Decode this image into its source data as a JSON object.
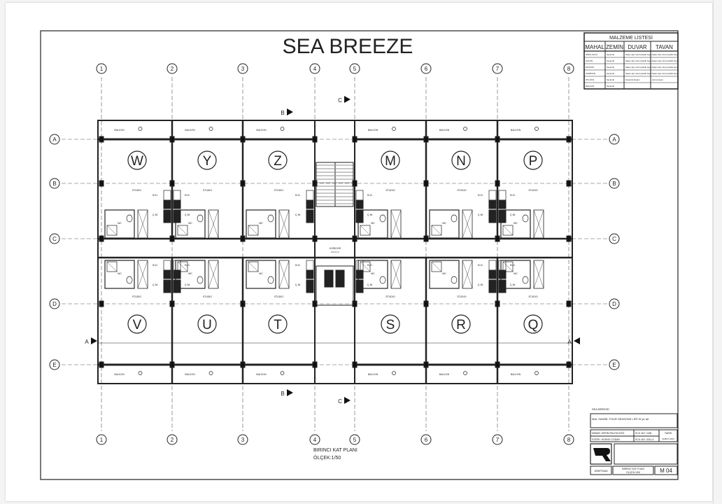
{
  "drawing": {
    "title": "SEA BREEZE",
    "plan_title": "BIRINCI KAT PLANI",
    "scale": "ÖLÇEK:1/50",
    "column_axes": [
      "1",
      "2",
      "3",
      "4",
      "5",
      "6",
      "7",
      "8"
    ],
    "row_axes": [
      "A",
      "B",
      "C",
      "D",
      "E"
    ],
    "section_marks": [
      "A",
      "B",
      "C"
    ],
    "units_top": [
      "W",
      "Y",
      "Z",
      "M",
      "N",
      "P"
    ],
    "units_bottom": [
      "V",
      "U",
      "T",
      "S",
      "R",
      "Q"
    ],
    "room_labels": {
      "studio": "STUDIO",
      "balcony": "BALKON",
      "wc": "WC",
      "bd": "B.D.",
      "cm": "Ç.M.",
      "corridor": "KORIDOR",
      "corridor_area": "A=0.0 m²"
    }
  },
  "materials_table": {
    "title": "MALZEME LİSTESİ",
    "headers": [
      "MAHAL",
      "ZEMİN",
      "DUVAR",
      "TAVAN"
    ],
    "rows": [
      [
        "GİRİŞ HOLÜ",
        "Seramik",
        "Saten alçı üzeri plastik boya",
        "Saten alçı üzeri plastik boya"
      ],
      [
        "SALON",
        "Seramik",
        "Saten alçı üzeri plastik boya",
        "Saten alçı üzeri plastik boya"
      ],
      [
        "MUTFAK",
        "Seramik",
        "Saten alçı üzeri plastik boya",
        "Saten alçı üzeri plastik boya"
      ],
      [
        "KORİDOR",
        "Seramik",
        "Saten alçı üzeri plastik boya",
        "Saten alçı üzeri plastik boya"
      ],
      [
        "WC-DUŞ",
        "Seramik",
        "Seramik fayans",
        "Asma tavan"
      ],
      [
        "BALKON",
        "Seramik",
        "",
        ""
      ]
    ]
  },
  "title_block": {
    "project": "SEA BREEZE",
    "owner": "MAL SAHİBİ: FOUR SEASONS LIFE 0f ye alt",
    "architect": "MİMAR: KERİM PALTACIOĞL",
    "architect_reg": "SCIL NO: 1186",
    "structural": "STATİK: HOSNO COŞAN",
    "structural_reg": "SCIL NO: 2011-4",
    "date_label": "TARİH",
    "date_value": "ŞUBAT 2020",
    "type": "APARTMAN",
    "sheet_title": "BIRINCI KAT PLANI",
    "sheet_scale": "ÖLÇEK:1/50",
    "sheet_no": "M 04"
  },
  "colors": {
    "line": "#222222",
    "accent_text": "#7a3b2e"
  }
}
